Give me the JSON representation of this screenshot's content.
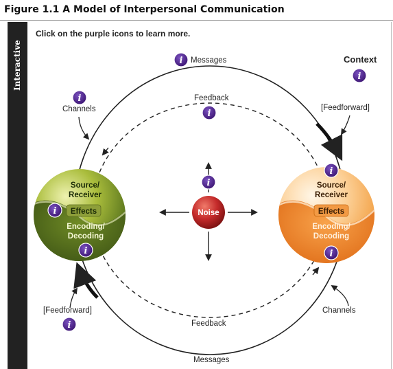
{
  "figure": {
    "title": "Figure 1.1   A Model of Interpersonal Communication",
    "side_label": "Interactive",
    "instruction": "Click on the purple icons to learn more."
  },
  "diagram": {
    "top_messages": "Messages",
    "context": "Context",
    "channels_left": "Channels",
    "feedback_top": "Feedback",
    "feedforward_top": "[Feedforward]",
    "source_receiver": "Source/",
    "source_receiver_2": "Receiver",
    "effects": "Effects",
    "encoding": "Encoding/",
    "decoding": "Decoding",
    "noise": "Noise",
    "feedforward_bottom": "[Feedforward]",
    "channels_right": "Channels",
    "feedback_bottom": "Feedback",
    "bottom_messages": "Messages",
    "info_icon_glyph": "i"
  },
  "colors": {
    "info_icon": "#4a1f86",
    "left_sphere_light": "#c7d56a",
    "left_sphere_dark": "#3f5a14",
    "right_sphere_light": "#fde3c0",
    "right_sphere_dark": "#e86e10",
    "noise": "#c0262b"
  }
}
